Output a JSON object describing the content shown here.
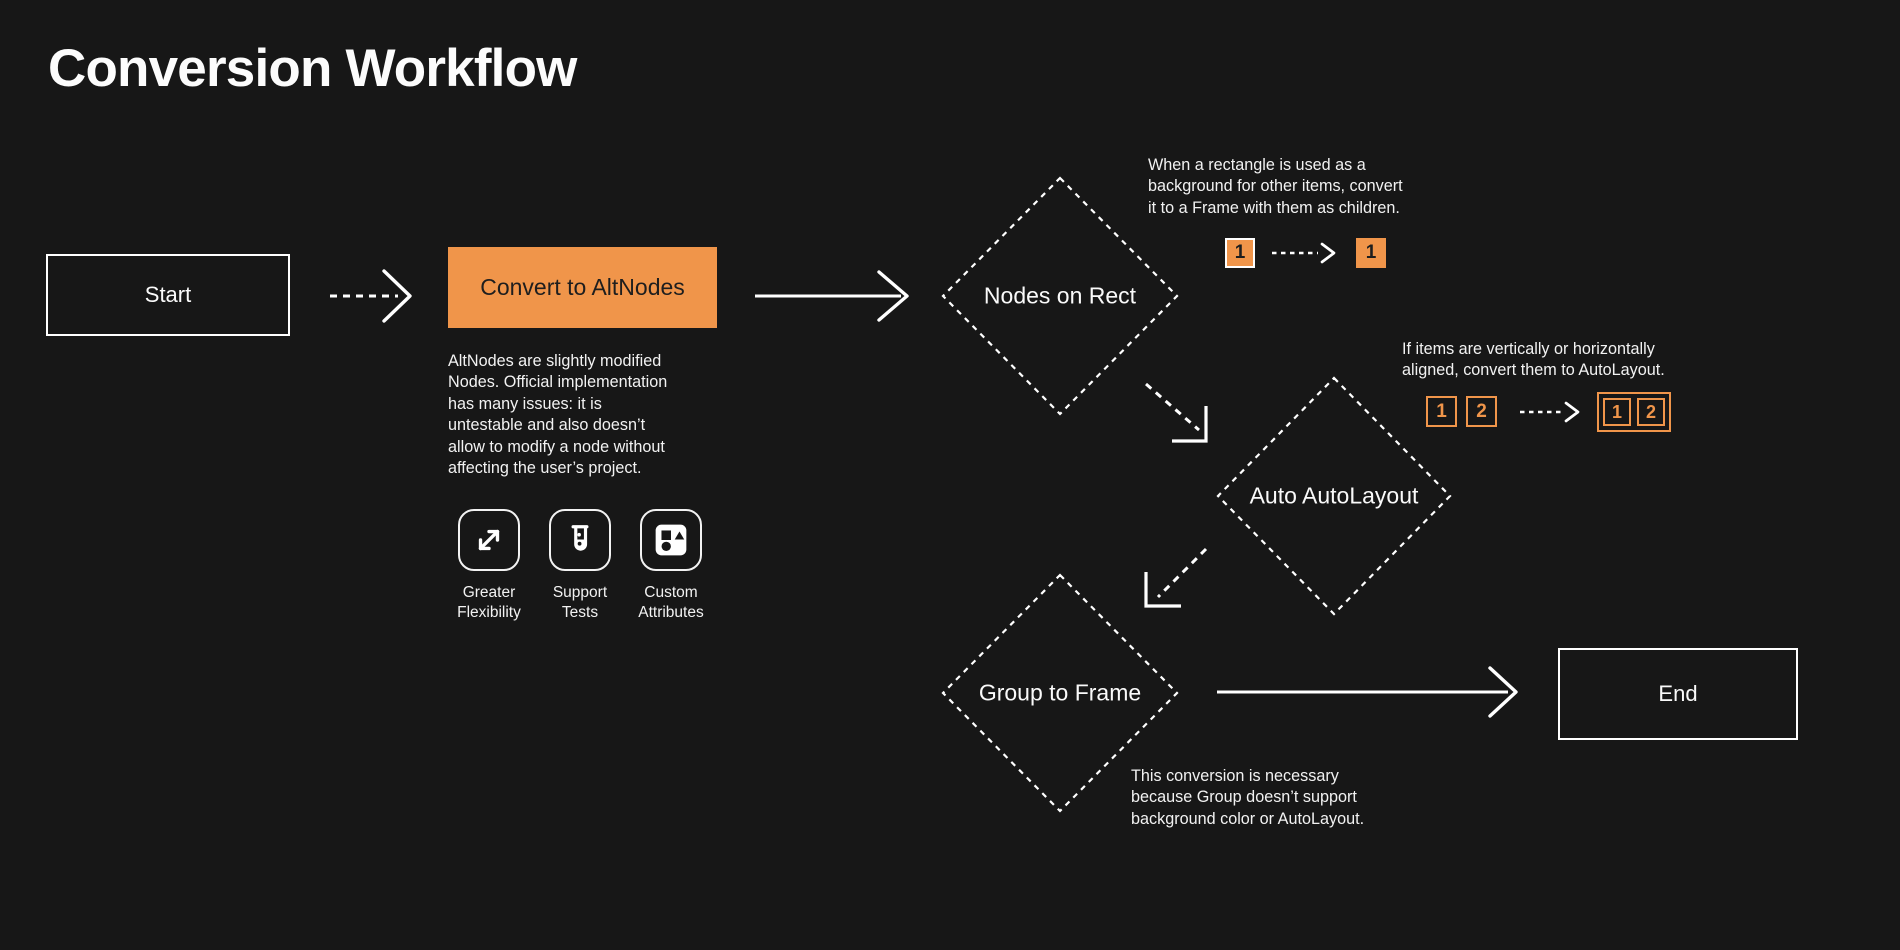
{
  "page": {
    "title": "Conversion Workflow",
    "colors": {
      "background": "#171717",
      "foreground": "#F5F5F5",
      "accent": "#F0954A",
      "dark_text": "#1E1E1E"
    }
  },
  "nodes": {
    "start": {
      "label": "Start"
    },
    "convert_to_altnodes": {
      "label": "Convert to AltNodes"
    },
    "nodes_on_rect": {
      "label": "Nodes on Rect"
    },
    "auto_autolayout": {
      "label": "Auto AutoLayout"
    },
    "group_to_frame": {
      "label": "Group to Frame"
    },
    "end": {
      "label": "End"
    }
  },
  "altnodes_note": {
    "lines": [
      "AltNodes are slightly modified",
      "Nodes. Official implementation",
      "has many issues: it is",
      "untestable and also doesn’t",
      "allow to modify a node without",
      "affecting the user’s project."
    ]
  },
  "features": [
    {
      "icon": "expand-arrows-icon",
      "label_lines": [
        "Greater",
        "Flexibility"
      ]
    },
    {
      "icon": "test-tube-icon",
      "label_lines": [
        "Support",
        "Tests"
      ]
    },
    {
      "icon": "shapes-icon",
      "label_lines": [
        "Custom",
        "Attributes"
      ]
    }
  ],
  "annotations": {
    "nodes_on_rect": {
      "lines": [
        "When a rectangle is used as a",
        "background for other items, convert",
        "it to a Frame with them as children."
      ],
      "chip_before": "1",
      "chip_after": "1"
    },
    "auto_autolayout": {
      "lines": [
        "If items are vertically or horizontally",
        "aligned, convert them to AutoLayout."
      ],
      "chips_before": [
        "1",
        "2"
      ],
      "chips_after": [
        "1",
        "2"
      ]
    },
    "group_to_frame": {
      "lines": [
        "This conversion is necessary",
        "because Group doesn’t support",
        "background color or AutoLayout."
      ]
    }
  }
}
